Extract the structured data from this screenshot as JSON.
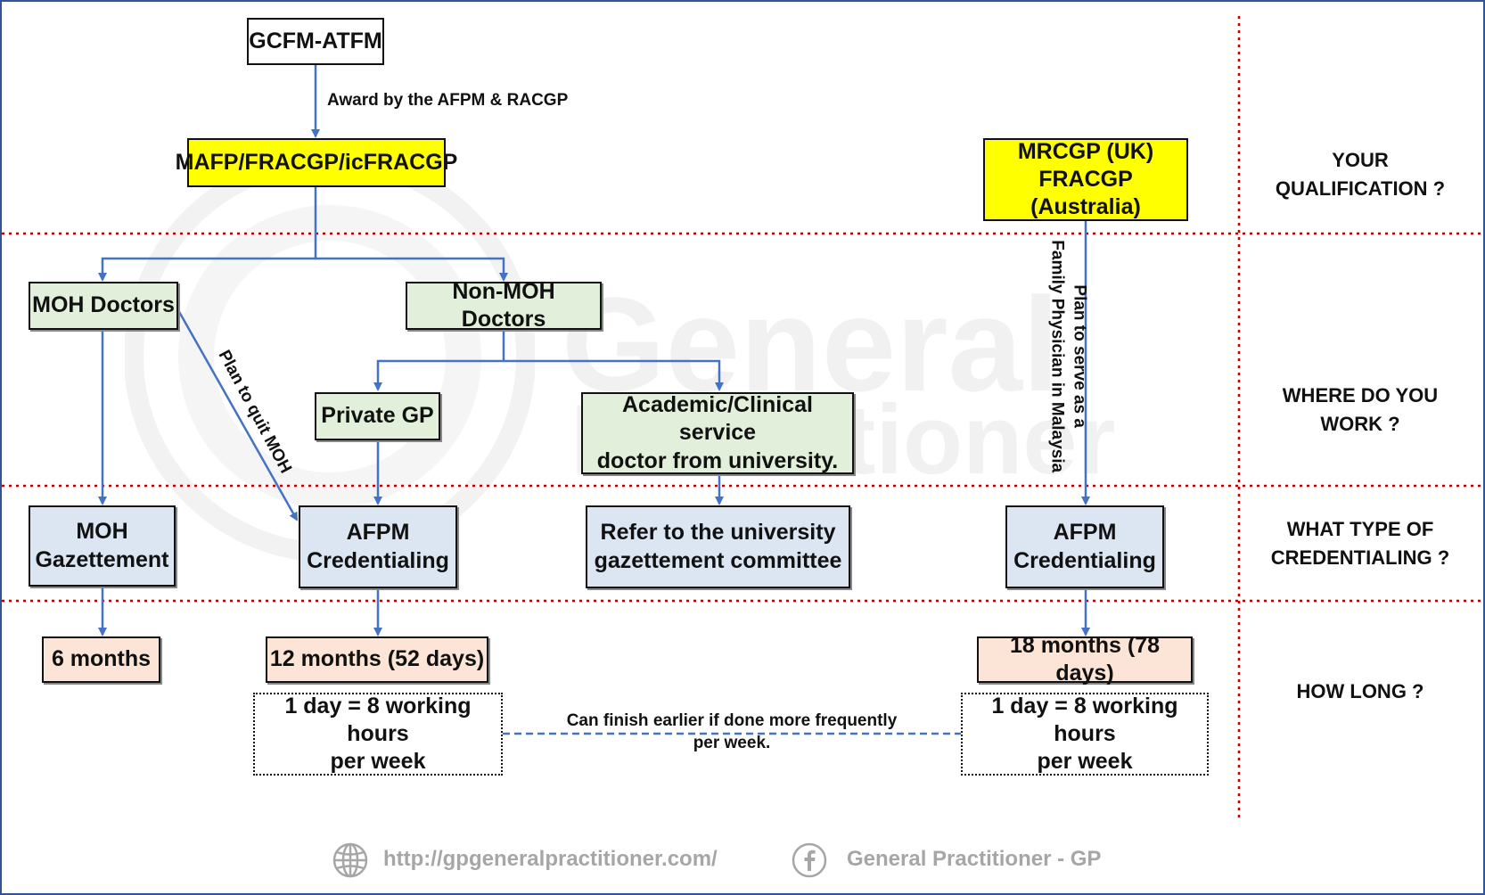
{
  "boxes": {
    "gcfm": "GCFM-ATFM",
    "mafp": "MAFP/FRACGP/icFRACGP",
    "mrcgp_line1": "MRCGP (UK)",
    "mrcgp_line2": "FRACGP (Australia)",
    "moh_doctors": "MOH Doctors",
    "non_moh_doctors": "Non-MOH Doctors",
    "private_gp": "Private GP",
    "academic_line1": "Academic/Clinical service",
    "academic_line2": "doctor from university.",
    "moh_gazettement_line1": "MOH",
    "moh_gazettement_line2": "Gazettement",
    "afpm_cred_line1": "AFPM",
    "afpm_cred_line2": "Credentialing",
    "refer_line1": "Refer to the university",
    "refer_line2": "gazettement committee",
    "afpm_cred2_line1": "AFPM",
    "afpm_cred2_line2": "Credentialing",
    "six_months": "6 months",
    "twelve_months": "12 months (52 days)",
    "eighteen_months": "18 months (78 days)",
    "day_def_line1": "1 day = 8 working hours",
    "day_def_line2": "per week",
    "day_def2_line1": "1 day = 8 working hours",
    "day_def2_line2": "per week"
  },
  "edge_labels": {
    "award": "Award by the AFPM & RACGP",
    "quit_moh": "Plan to quit MOH",
    "serve_line1": "Plan to serve as a",
    "serve_line2": "Family Physician in Malaysia",
    "finish_line1": "Can finish earlier if done more frequently",
    "finish_line2": "per week."
  },
  "categories": {
    "qualification_line1": "YOUR",
    "qualification_line2": "QUALIFICATION ?",
    "work_line1": "WHERE DO YOU",
    "work_line2": "WORK ?",
    "credentialing_line1": "WHAT TYPE OF",
    "credentialing_line2": "CREDENTIALING ?",
    "how_long": "HOW LONG ?"
  },
  "footer": {
    "url": "http://gpgeneralpractitioner.com/",
    "facebook": "General Practitioner - GP"
  },
  "watermark": {
    "line1": "General",
    "line2": "Practitioner"
  },
  "colors": {
    "qualification_fill": "#ffff00",
    "workplace_fill": "#e2efda",
    "credentialing_fill": "#dce6f2",
    "duration_fill": "#fce4d6",
    "connector": "#4472c4",
    "section_divider": "#c00000",
    "frame": "#2f5597"
  },
  "icons": [
    "globe-icon",
    "facebook-icon"
  ]
}
